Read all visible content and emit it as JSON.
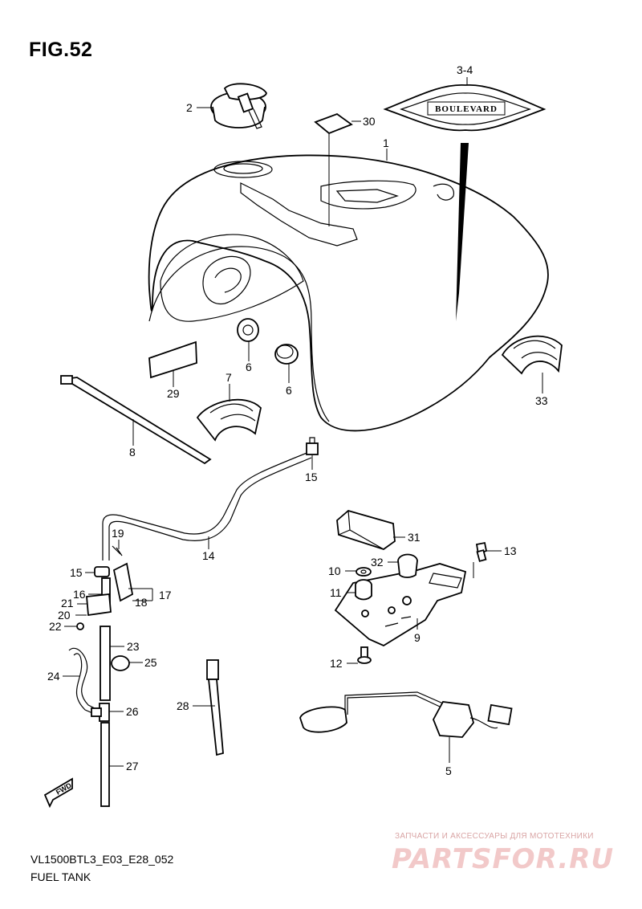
{
  "figure": {
    "title": "FIG.52"
  },
  "badge_text": "BOULEVARD",
  "callouts": [
    {
      "id": "c-34",
      "text": "3-4"
    },
    {
      "id": "c-2",
      "text": "2"
    },
    {
      "id": "c-30",
      "text": "30"
    },
    {
      "id": "c-1",
      "text": "1"
    },
    {
      "id": "c-6a",
      "text": "6"
    },
    {
      "id": "c-6b",
      "text": "6"
    },
    {
      "id": "c-29",
      "text": "29"
    },
    {
      "id": "c-7",
      "text": "7"
    },
    {
      "id": "c-33",
      "text": "33"
    },
    {
      "id": "c-8",
      "text": "8"
    },
    {
      "id": "c-15a",
      "text": "15"
    },
    {
      "id": "c-14",
      "text": "14"
    },
    {
      "id": "c-19",
      "text": "19"
    },
    {
      "id": "c-15b",
      "text": "15"
    },
    {
      "id": "c-16",
      "text": "16"
    },
    {
      "id": "c-18",
      "text": "18"
    },
    {
      "id": "c-17",
      "text": "17"
    },
    {
      "id": "c-21",
      "text": "21"
    },
    {
      "id": "c-20",
      "text": "20"
    },
    {
      "id": "c-22",
      "text": "22"
    },
    {
      "id": "c-23",
      "text": "23"
    },
    {
      "id": "c-25",
      "text": "25"
    },
    {
      "id": "c-24",
      "text": "24"
    },
    {
      "id": "c-26",
      "text": "26"
    },
    {
      "id": "c-27",
      "text": "27"
    },
    {
      "id": "c-28",
      "text": "28"
    },
    {
      "id": "c-31",
      "text": "31"
    },
    {
      "id": "c-13",
      "text": "13"
    },
    {
      "id": "c-32",
      "text": "32"
    },
    {
      "id": "c-10",
      "text": "10"
    },
    {
      "id": "c-11",
      "text": "11"
    },
    {
      "id": "c-9",
      "text": "9"
    },
    {
      "id": "c-12",
      "text": "12"
    },
    {
      "id": "c-5",
      "text": "5"
    }
  ],
  "fwd_label": "FWD",
  "footer": {
    "model_code": "VL1500BTL3_E03_E28_052",
    "section_name": "FUEL TANK"
  },
  "watermark": {
    "tagline": "ЗАПЧАСТИ И АКСЕССУАРЫ ДЛЯ МОТОТЕХНИКИ",
    "logo": "PARTSFOR.RU"
  }
}
